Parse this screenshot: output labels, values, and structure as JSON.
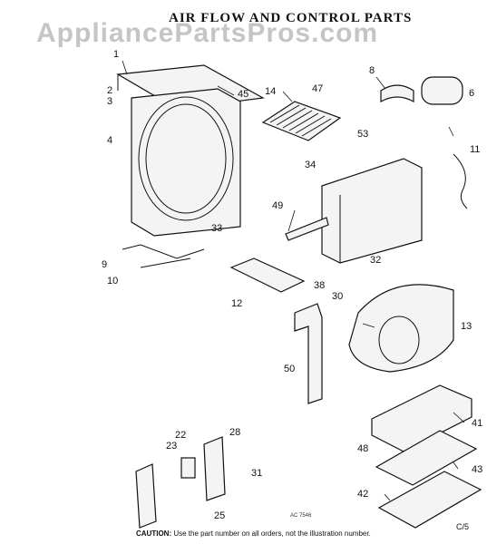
{
  "header": {
    "title": "AIR FLOW AND CONTROL PARTS",
    "watermark": "AppliancePartsPros.com"
  },
  "footer": {
    "caution_label": "CAUTION:",
    "caution_text": "Use the part number on all orders, not the illustration number.",
    "drawing_code": "AC 7546",
    "corner_mark": "C/5"
  },
  "callouts": [
    "1",
    "2",
    "3",
    "4",
    "45",
    "14",
    "47",
    "8",
    "6",
    "53",
    "34",
    "11",
    "49",
    "33",
    "9",
    "10",
    "12",
    "38",
    "30",
    "32",
    "13",
    "50",
    "41",
    "48",
    "43",
    "42",
    "22",
    "23",
    "28",
    "31",
    "25"
  ]
}
